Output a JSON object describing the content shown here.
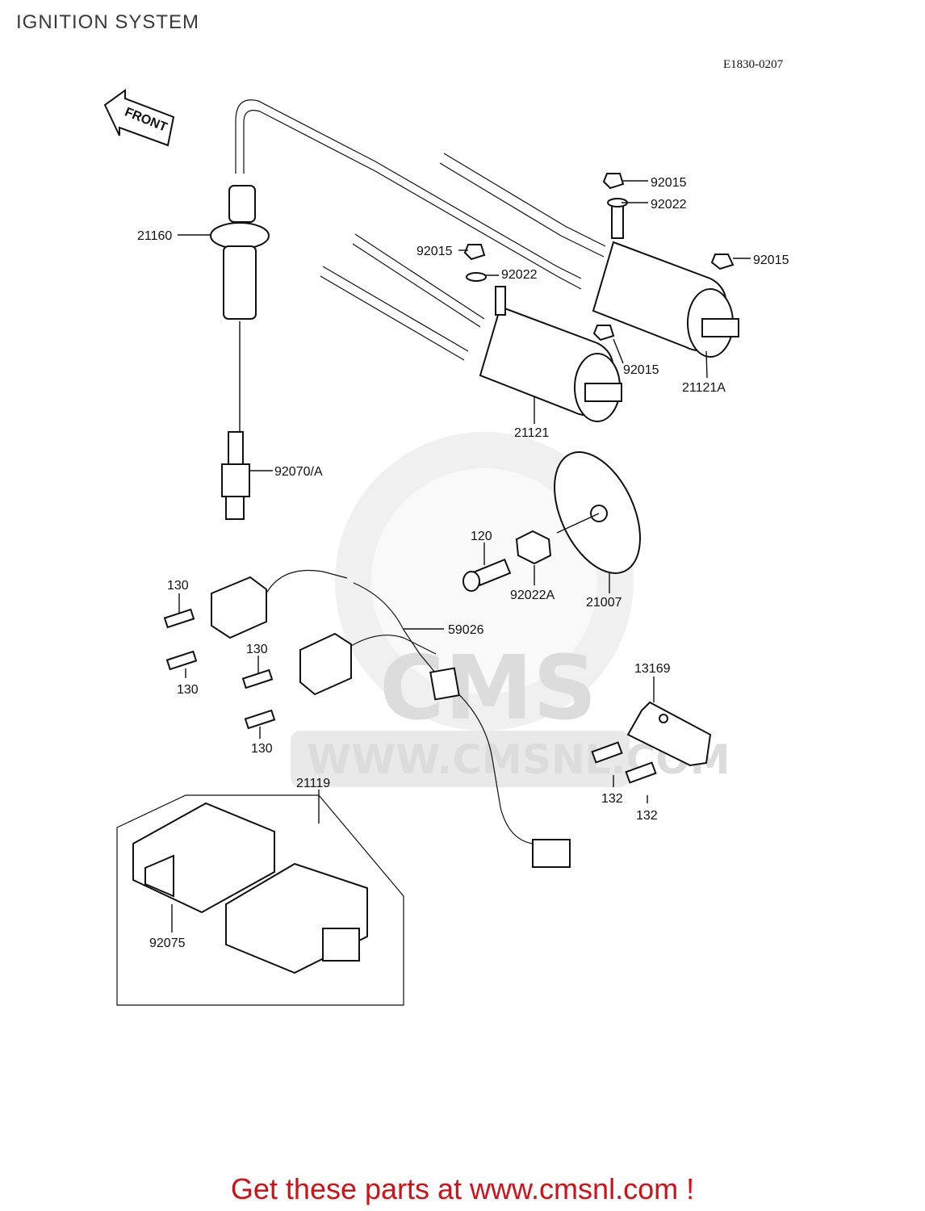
{
  "title": "IGNITION SYSTEM",
  "diagram_code": "E1830-0207",
  "front_arrow_label": "FRONT",
  "watermark": {
    "brand": "CMS",
    "url": "WWW.CMSNL.COM"
  },
  "part_labels": {
    "p21160": "21160",
    "p92015_a": "92015",
    "p92022_a": "92022",
    "p92015_b": "92015",
    "p92022_b": "92022",
    "p92015_c": "92015",
    "p92015_d": "92015",
    "p21121A": "21121A",
    "p21121": "21121",
    "p92070A": "92070/A",
    "p120": "120",
    "p92022A": "92022A",
    "p21007": "21007",
    "p130_a": "130",
    "p130_b": "130",
    "p130_c": "130",
    "p130_d": "130",
    "p59026": "59026",
    "p13169": "13169",
    "p132_a": "132",
    "p132_b": "132",
    "p21119": "21119",
    "p92075": "92075"
  },
  "promo_text": "Get these parts at www.cmsnl.com !",
  "colors": {
    "promo": "#d0111a",
    "line": "#111111",
    "watermark": "#e4e4e4"
  }
}
